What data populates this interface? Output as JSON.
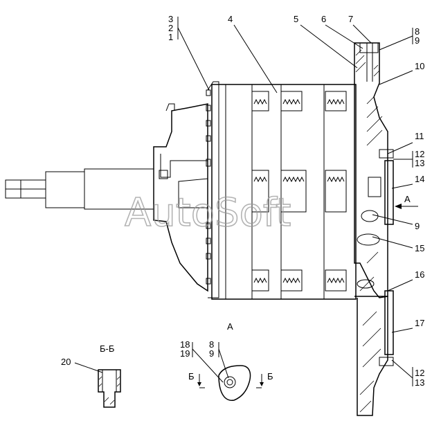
{
  "callouts": {
    "c3": "3",
    "c2": "2",
    "c1": "1",
    "c4": "4",
    "c5": "5",
    "c6": "6",
    "c7": "7",
    "c8": "8",
    "c9a": "9",
    "c10": "10",
    "c11": "11",
    "c12a": "12",
    "c13a": "13",
    "c14": "14",
    "c9b": "9",
    "c15": "15",
    "c16": "16",
    "c17": "17",
    "c12b": "12",
    "c13b": "13",
    "c20": "20",
    "c18": "18",
    "c19": "19",
    "c8b": "8",
    "c9c": "9"
  },
  "views": {
    "section_bb": "Б-Б",
    "view_a_title": "А",
    "view_a_arrow": "А",
    "cut_left": "Б",
    "cut_right": "Б"
  },
  "watermark": "AutoSoft"
}
